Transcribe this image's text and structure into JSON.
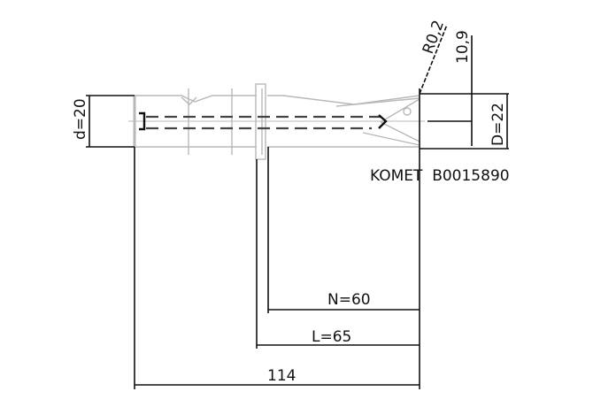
{
  "drawing": {
    "shank_diameter_label": "d=20",
    "drill_diameter_label": "D=22",
    "corner_radius_label": "R0,2",
    "offset_label": "10,9",
    "manufacturer_code": "KOMET  B0015890",
    "usable_length_label": "N=60",
    "length_label": "L=65",
    "overall_length_label": "114"
  },
  "colors": {
    "line": "#111111",
    "outline": "#b8b8b8",
    "hidden": "#444444"
  }
}
